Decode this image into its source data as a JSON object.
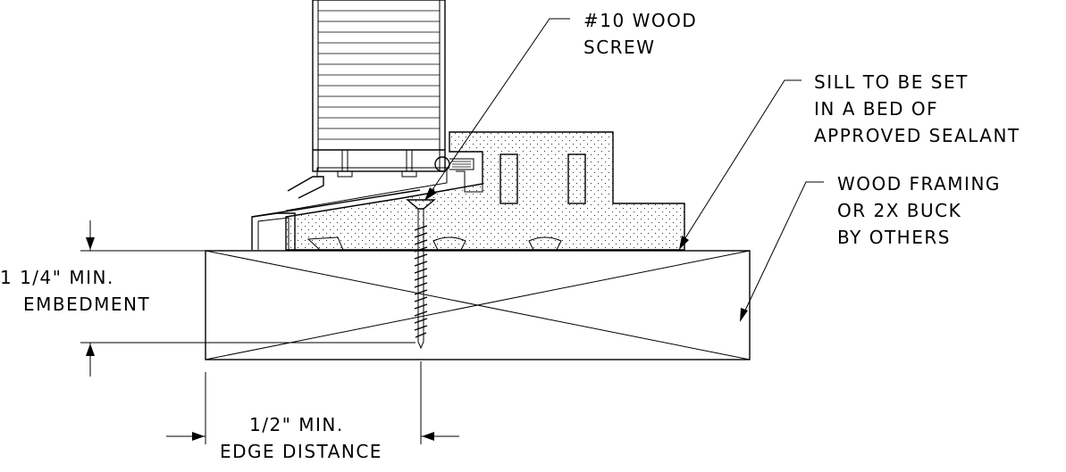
{
  "callouts": {
    "screw_line1": "#10 WOOD",
    "screw_line2": "SCREW",
    "sill_line1": "SILL TO BE SET",
    "sill_line2": "IN A BED OF",
    "sill_line3": "APPROVED SEALANT",
    "framing_line1": "WOOD FRAMING",
    "framing_line2": "OR 2X BUCK",
    "framing_line3": "BY OTHERS"
  },
  "dimensions": {
    "embedment_line1": "1 1/4\" MIN.",
    "embedment_line2": "EMBEDMENT",
    "edge_line1": "1/2\" MIN.",
    "edge_line2": "EDGE DISTANCE"
  }
}
